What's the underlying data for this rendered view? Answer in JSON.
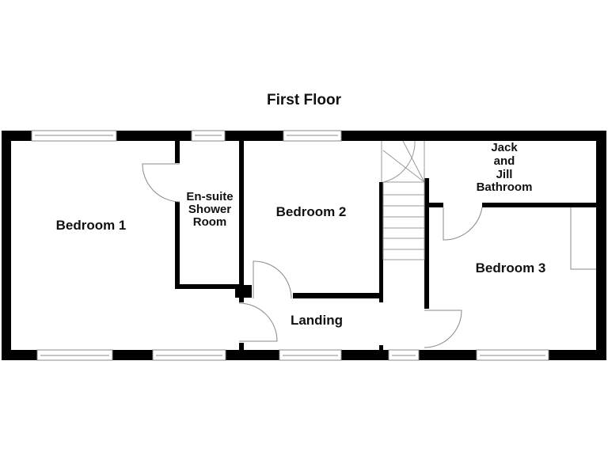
{
  "title": "First Floor",
  "rooms": {
    "bedroom1": "Bedroom 1",
    "ensuite": [
      "En-suite",
      "Shower",
      "Room"
    ],
    "bedroom2": "Bedroom 2",
    "jack_jill": [
      "Jack",
      "and",
      "Jill",
      "Bathroom"
    ],
    "bedroom3": "Bedroom 3",
    "landing": "Landing"
  },
  "colors": {
    "wall": "#000000",
    "fixture": "#999999"
  }
}
